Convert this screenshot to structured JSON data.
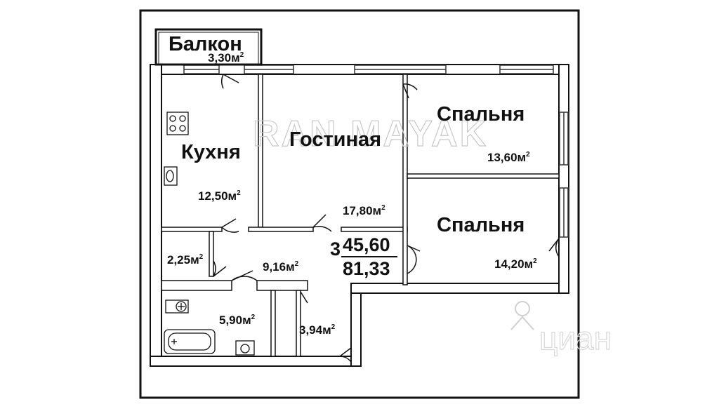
{
  "rooms": {
    "balcony": {
      "name": "Балкон",
      "area": "3,30м"
    },
    "kitchen": {
      "name": "Кухня",
      "area": "12,50м"
    },
    "living": {
      "name": "Гостиная",
      "area": "17,80м"
    },
    "bedroom1": {
      "name": "Спальня",
      "area": "13,60м"
    },
    "bedroom2": {
      "name": "Спальня",
      "area": "14,20м"
    },
    "closet": {
      "area": "2,25м"
    },
    "hall": {
      "area": "9,16м"
    },
    "bathroom": {
      "area": "5,90м"
    },
    "toilet": {
      "area": "3,94м"
    }
  },
  "area_superscript": "2",
  "totals": {
    "rooms_count": "3",
    "living_area": "45,60",
    "total_area": "81,33"
  },
  "watermarks": {
    "agency": "RAN MAYAK",
    "site": "циан"
  },
  "colors": {
    "wall": "#111111",
    "window": "#333333",
    "background": "#ffffff",
    "watermark": "#c8c8c8"
  },
  "icons": [
    "stove-icon",
    "sink-icon",
    "toilet-icon",
    "bathtub-icon",
    "washbasin-icon",
    "cian-logo-icon"
  ]
}
